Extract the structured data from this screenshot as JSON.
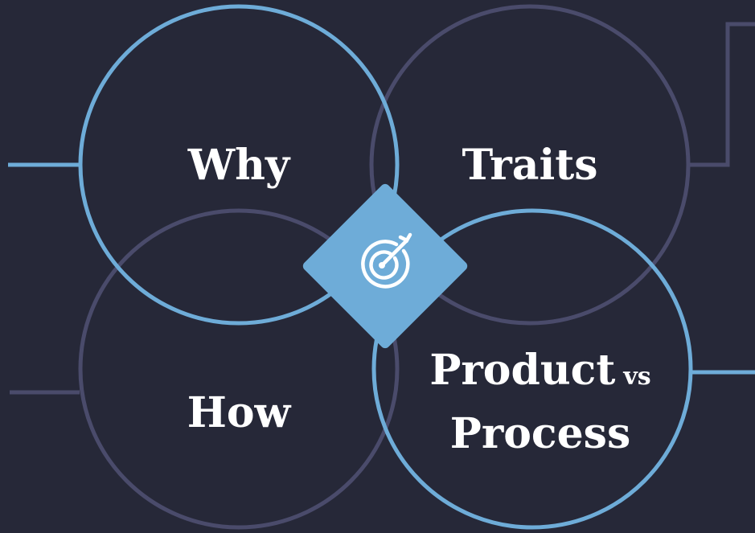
{
  "colors": {
    "background": "#262838",
    "accent_blue": "#6eacd8",
    "muted_ring": "#4a4b6b",
    "text": "#ffffff"
  },
  "center_icon": {
    "icon": "target-arrow-icon",
    "shape": "diamond"
  },
  "sections": {
    "why": {
      "label": "Why"
    },
    "traits": {
      "label": "Traits"
    },
    "how": {
      "label": "How"
    },
    "product": {
      "label": "Product",
      "suffix": "vs",
      "line2": "Process"
    }
  }
}
